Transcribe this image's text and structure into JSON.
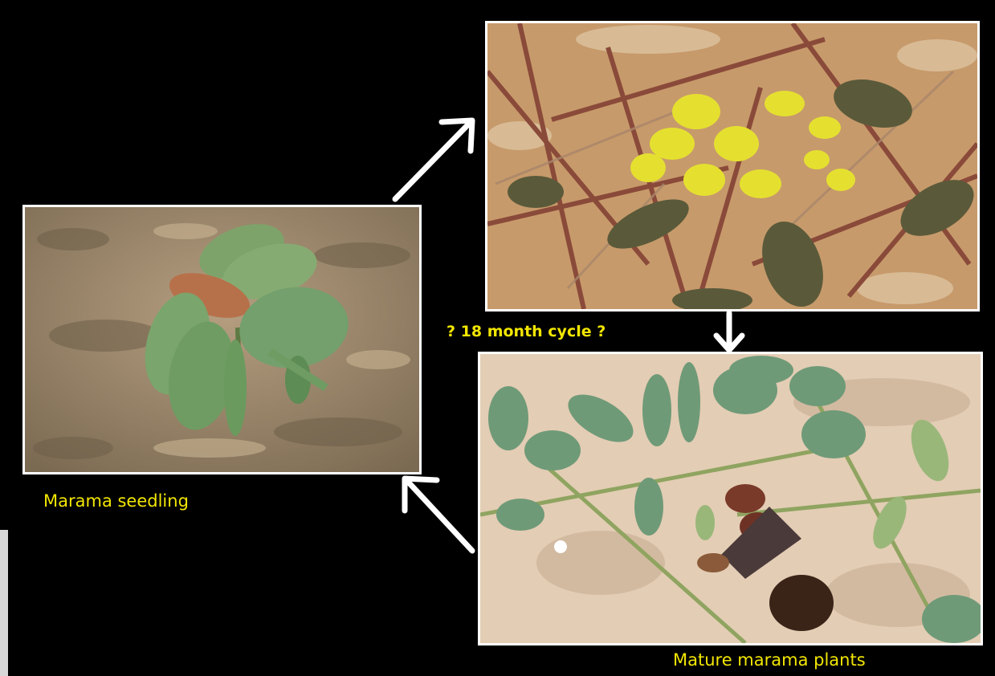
{
  "slide": {
    "background_color": "#000000",
    "caption_color": "#f2e600"
  },
  "photos": {
    "seedling": {
      "icon": "seedling-photo"
    },
    "flowering": {
      "icon": "flowering-plant-photo"
    },
    "mature": {
      "icon": "mature-plants-photo"
    }
  },
  "captions": {
    "seedling": "Marama seedling",
    "cycle": "? 18 month cycle ?",
    "mature": "Mature marama plants"
  },
  "arrows": {
    "to_flowering": "arrow-up-right-icon",
    "to_mature": "arrow-down-icon",
    "to_seedling": "arrow-up-left-icon"
  }
}
